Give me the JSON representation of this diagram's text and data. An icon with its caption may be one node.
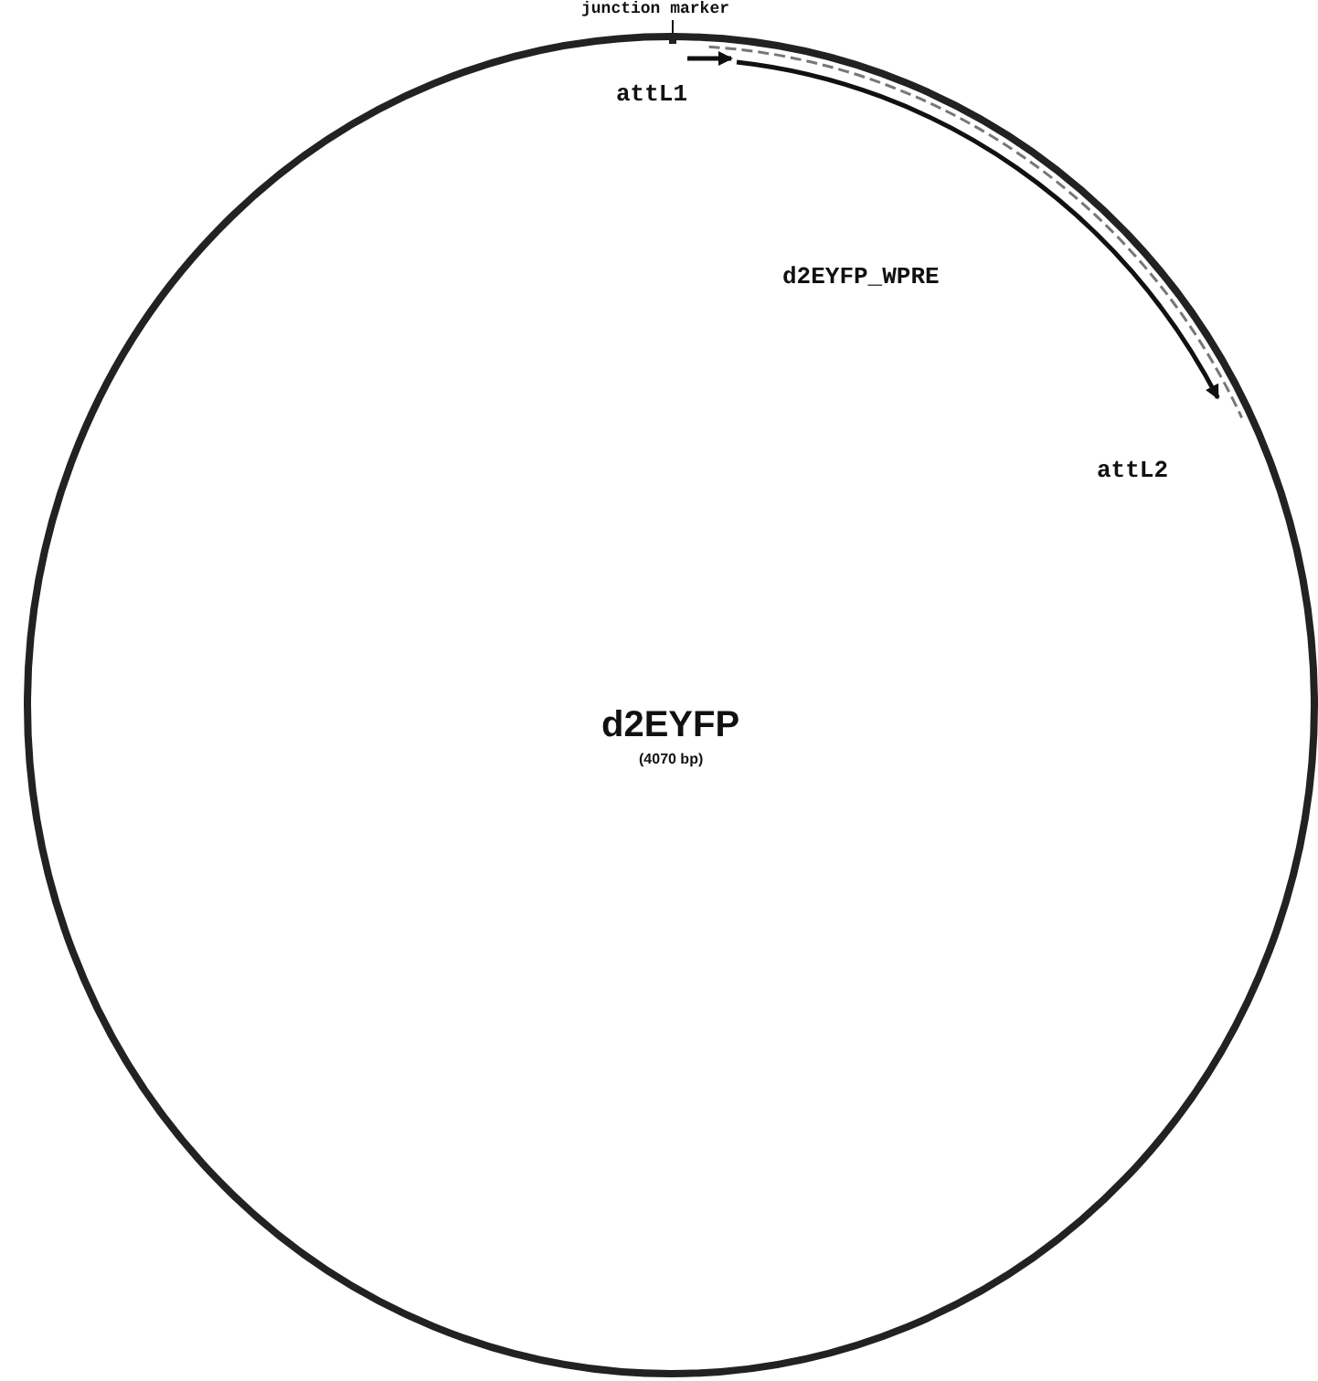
{
  "diagram": {
    "nodes": [
      {
        "text": [
          "junction marker"
        ]
      },
      {
        "text": [],
        "shape": "bar"
      }
    ],
    "edges": [
      {
        "from": 0,
        "to": 1,
        "arrow": "none"
      }
    ],
    "labels": [
      "attL1",
      "d2EYFP_WPRE",
      "attL2",
      "d2EYFP",
      "(4070 bp)"
    ]
  }
}
